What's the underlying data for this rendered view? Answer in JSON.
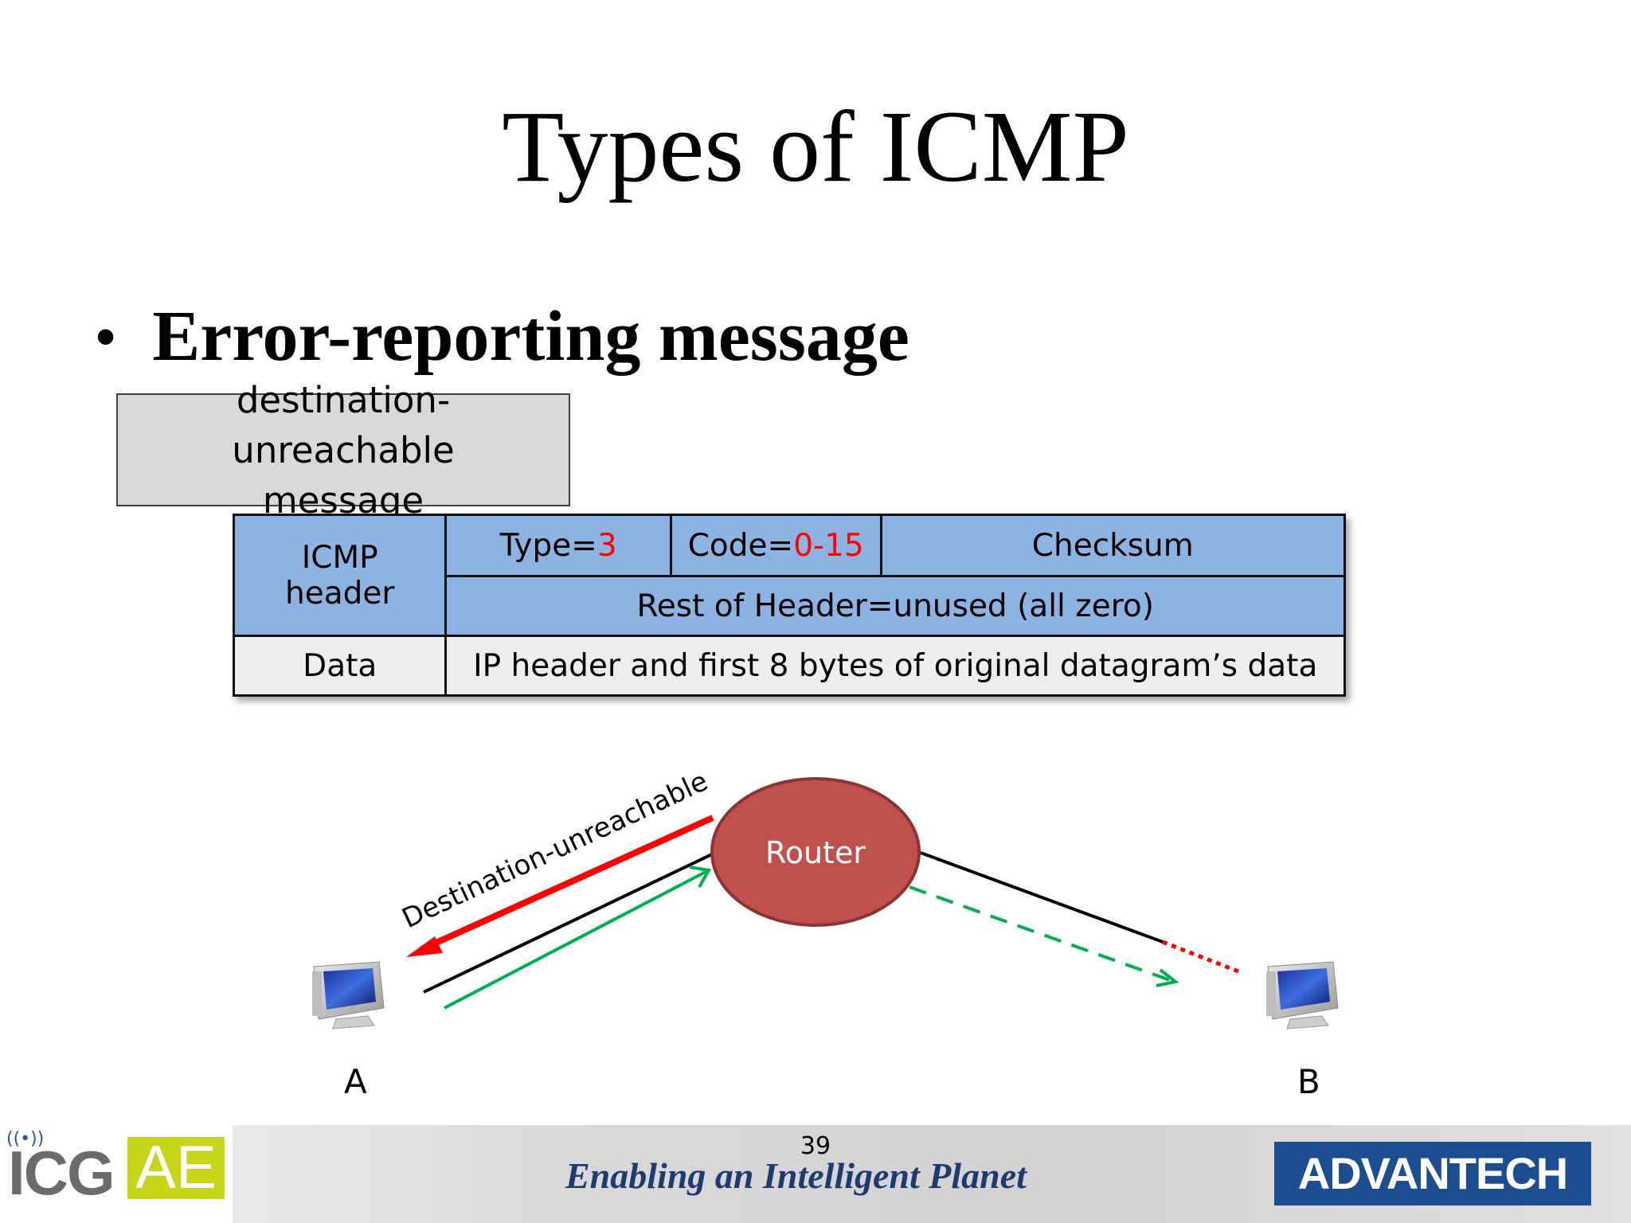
{
  "slide": {
    "title": "Types of ICMP",
    "bullet_symbol": "•",
    "bullet_text": "Error-reporting message"
  },
  "message_box": {
    "line1": "destination-unreachable",
    "line2": "message"
  },
  "icmp_table": {
    "header_label_line1": "ICMP",
    "header_label_line2": "header",
    "type_prefix": "Type=",
    "type_value": "3",
    "code_prefix": "Code=",
    "code_value": "0-15",
    "checksum": "Checksum",
    "rest_of_header": "Rest of Header=unused (all zero)",
    "data_label": "Data",
    "data_value": "IP header and first 8 bytes of original datagram’s data"
  },
  "diagram": {
    "router_label": "Router",
    "error_arrow_label": "Destination-unreachable",
    "host_a_label": "A",
    "host_b_label": "B",
    "colors": {
      "router_fill": "#c0504d",
      "router_stroke": "#8b3431",
      "error_arrow": "#ff0000",
      "packet_arrow": "#00b050",
      "link": "#000000"
    },
    "icons": [
      "computer-icon",
      "computer-icon"
    ]
  },
  "footer": {
    "page_number": "39",
    "tagline": "Enabling an Intelligent Planet",
    "logo_left_icg": "ICG",
    "logo_left_ae": "AE",
    "logo_left_signal": "((•))",
    "logo_right": "ADVANTECH"
  }
}
